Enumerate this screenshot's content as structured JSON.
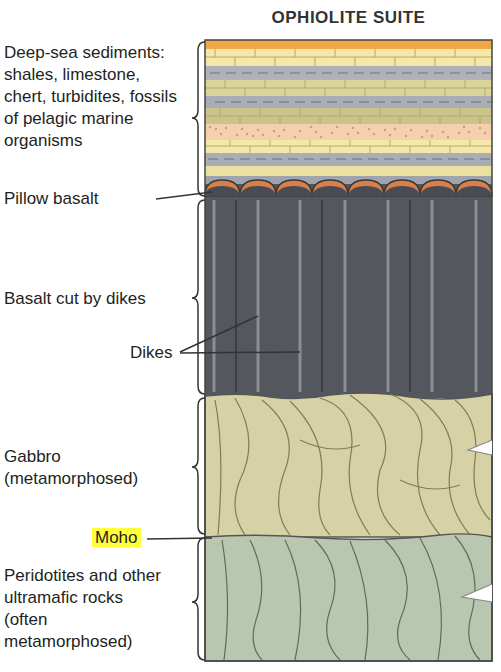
{
  "diagram": {
    "title": "OPHIOLITE SUITE",
    "labels": [
      "Deep-sea sediments: shales, limestone, chert, turbidites, fossils of pelagic marine organisms",
      "Pillow basalt",
      "Basalt cut by dikes",
      "Dikes",
      "Gabbro (metamorphosed)",
      "Moho",
      "Peridotites and other ultramafic rocks (often metamorphosed)"
    ]
  }
}
